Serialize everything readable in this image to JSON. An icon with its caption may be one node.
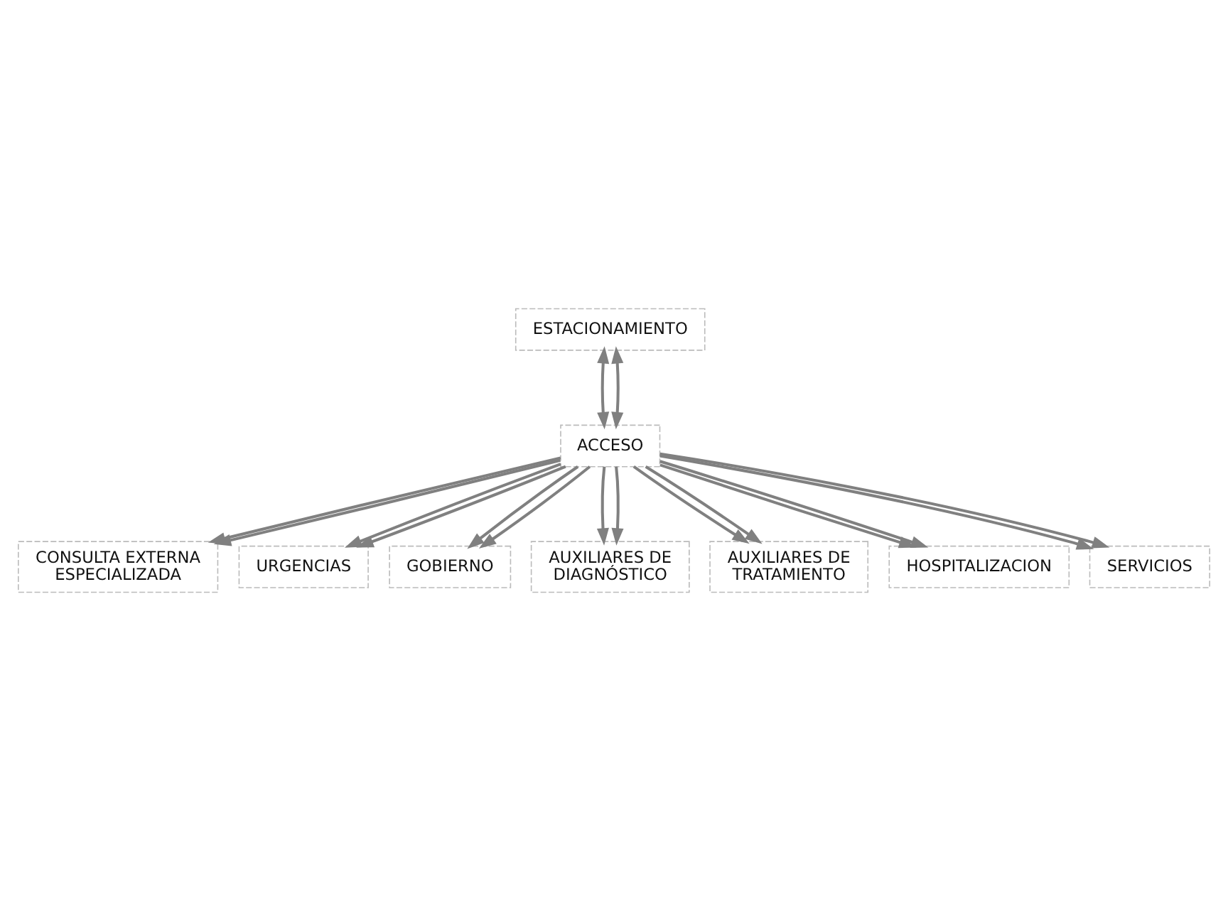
{
  "diagram": {
    "nodes": [
      {
        "text": [
          "ESTACIONAMIENTO"
        ]
      },
      {
        "text": [
          "ACCESO"
        ]
      },
      {
        "text": [
          "CONSULTA EXTERNA ESPECIALIZADA"
        ]
      },
      {
        "text": [
          "URGENCIAS"
        ]
      },
      {
        "text": [
          "GOBIERNO"
        ]
      },
      {
        "text": [
          "AUXILIARES DE DIAGNÓSTICO"
        ]
      },
      {
        "text": [
          "AUXILIARES DE TRATAMIENTO"
        ]
      },
      {
        "text": [
          "HOSPITALIZACION"
        ]
      },
      {
        "text": [
          "SERVICIOS"
        ]
      }
    ],
    "edges": [
      {
        "from": 0,
        "to": 1,
        "arrow": "both"
      },
      {
        "from": 0,
        "to": 1,
        "arrow": "both"
      },
      {
        "from": 1,
        "to": 2,
        "arrow": "to"
      },
      {
        "from": 1,
        "to": 2,
        "arrow": "to"
      },
      {
        "from": 1,
        "to": 3,
        "arrow": "to"
      },
      {
        "from": 1,
        "to": 3,
        "arrow": "to"
      },
      {
        "from": 1,
        "to": 4,
        "arrow": "to"
      },
      {
        "from": 1,
        "to": 4,
        "arrow": "to"
      },
      {
        "from": 1,
        "to": 5,
        "arrow": "to"
      },
      {
        "from": 1,
        "to": 5,
        "arrow": "to"
      },
      {
        "from": 1,
        "to": 6,
        "arrow": "to"
      },
      {
        "from": 1,
        "to": 6,
        "arrow": "to"
      },
      {
        "from": 1,
        "to": 7,
        "arrow": "to"
      },
      {
        "from": 1,
        "to": 7,
        "arrow": "to"
      },
      {
        "from": 1,
        "to": 8,
        "arrow": "to"
      },
      {
        "from": 1,
        "to": 8,
        "arrow": "to"
      }
    ]
  }
}
